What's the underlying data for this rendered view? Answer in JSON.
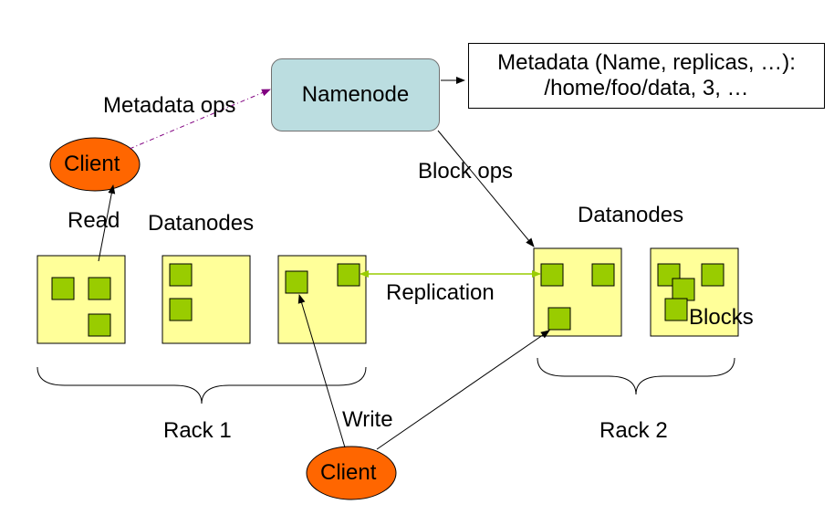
{
  "namenode": {
    "label": "Namenode"
  },
  "metadata": {
    "line1": "Metadata (Name, replicas, …):",
    "line2": "/home/foo/data, 3, …"
  },
  "clients": {
    "top": "Client",
    "bottom": "Client"
  },
  "labels": {
    "metadata_ops": "Metadata ops",
    "read": "Read",
    "datanodes_left": "Datanodes",
    "datanodes_right": "Datanodes",
    "block_ops": "Block ops",
    "replication": "Replication",
    "blocks": "Blocks",
    "write": "Write",
    "rack1": "Rack 1",
    "rack2": "Rack 2"
  },
  "colors": {
    "datanode_fill": "#ffff99",
    "block_fill": "#99cc00",
    "client_fill": "#ff6600",
    "namenode_fill": "#bbdde0",
    "metadata_ops_arrow": "#800080",
    "replication_arrow": "#99cc00"
  }
}
